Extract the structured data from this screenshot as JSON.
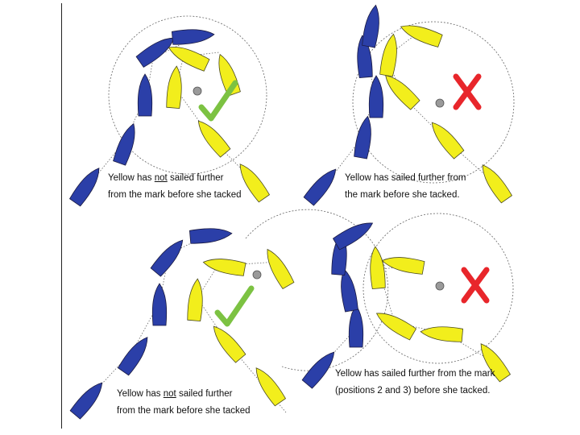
{
  "colors": {
    "blue": "#2b3fa8",
    "yellow": "#f2ee1c",
    "tick": "#7cc242",
    "cross": "#e8262b",
    "mark": "#9a9a9a"
  },
  "icons": {
    "good": "check-mark-icon",
    "bad": "cross-mark-icon"
  },
  "diagrams": [
    {
      "id": "top-left",
      "verdict": "good",
      "line1_pre": "Yellow has ",
      "line1_em": "not",
      "line1_post": " sailed further",
      "line2": "from the mark before she tacked"
    },
    {
      "id": "top-right",
      "verdict": "bad",
      "line1_pre": "Yellow has sailed further from",
      "line1_em": "",
      "line1_post": "",
      "line2": "the mark before she tacked."
    },
    {
      "id": "bottom-left",
      "verdict": "good",
      "line1_pre": "Yellow has ",
      "line1_em": "not",
      "line1_post": " sailed further",
      "line2": "from the mark before she tacked"
    },
    {
      "id": "bottom-right",
      "verdict": "bad",
      "line1_pre": "Yellow has sailed further from the mark",
      "line1_em": "",
      "line1_post": "",
      "line2": "(positions 2 and 3) before she tacked."
    }
  ]
}
